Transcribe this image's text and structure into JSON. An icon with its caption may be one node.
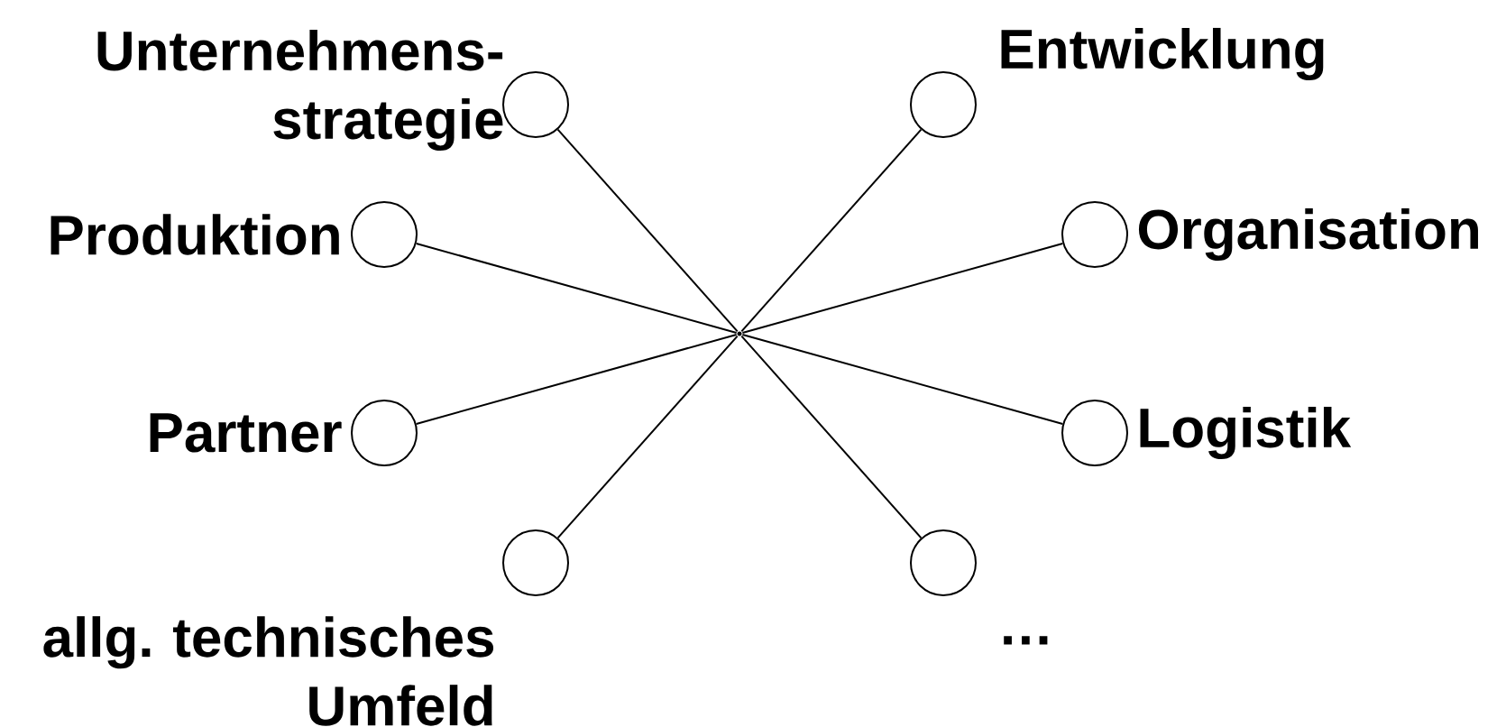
{
  "diagram": {
    "nodes": [
      {
        "text": [],
        "shape": "circle",
        "beside": [
          "Unternehmens- strategie"
        ]
      },
      {
        "text": [],
        "shape": "circle",
        "beside": [
          "Entwicklung"
        ]
      },
      {
        "text": [],
        "shape": "circle",
        "beside": [
          "Produktion"
        ]
      },
      {
        "text": [],
        "shape": "circle",
        "beside": [
          "Organisation"
        ]
      },
      {
        "text": [],
        "shape": "circle",
        "beside": [
          "Partner"
        ]
      },
      {
        "text": [],
        "shape": "circle",
        "beside": [
          "Logistik"
        ]
      },
      {
        "text": [],
        "shape": "circle",
        "beside": [
          "allg. technisches Umfeld"
        ]
      },
      {
        "text": [],
        "shape": "circle",
        "beside": [
          "…"
        ]
      },
      {
        "text": [],
        "shape": "point"
      }
    ],
    "edges": [
      {
        "from": 0,
        "to": 8,
        "arrow": "none"
      },
      {
        "from": 1,
        "to": 8,
        "arrow": "none"
      },
      {
        "from": 2,
        "to": 8,
        "arrow": "none"
      },
      {
        "from": 3,
        "to": 8,
        "arrow": "none"
      },
      {
        "from": 4,
        "to": 8,
        "arrow": "none"
      },
      {
        "from": 5,
        "to": 8,
        "arrow": "none"
      },
      {
        "from": 6,
        "to": 8,
        "arrow": "none"
      },
      {
        "from": 7,
        "to": 8,
        "arrow": "none"
      }
    ]
  }
}
